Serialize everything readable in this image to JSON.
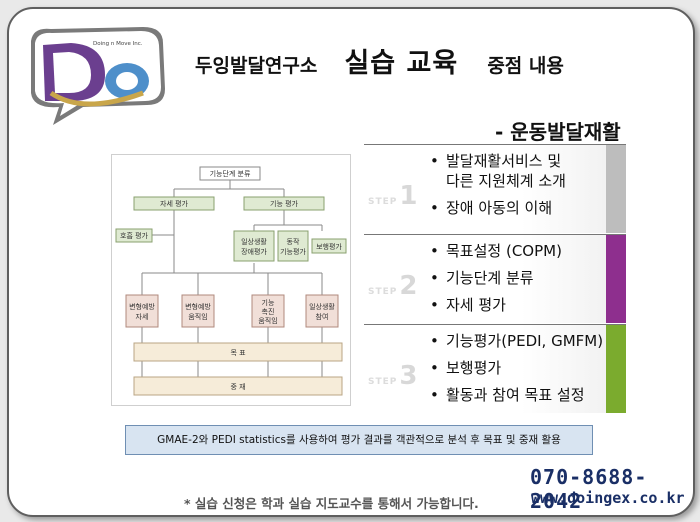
{
  "logo": {
    "mark": "Do",
    "small_text": "Doing n Move Inc."
  },
  "header": {
    "org": "두잉발달연구소",
    "title": "실습 교육",
    "suffix": "중점 내용"
  },
  "subtitle": "- 운동발달재활",
  "diagram": {
    "root": "기능단계 분류",
    "left": "자세 평가",
    "right": "기능 평가",
    "breath": "호흡 평가",
    "daily": [
      "일상생활",
      "장애평가"
    ],
    "motion": [
      "동작",
      "기능평가"
    ],
    "gait": "보행평가",
    "bottom": [
      [
        "변형예방",
        "자세"
      ],
      [
        "변형예방",
        "움직임"
      ],
      [
        "기능",
        "촉진",
        "움직임"
      ],
      [
        "일상생활",
        "참여"
      ]
    ],
    "goal": "목 표",
    "intervention": "중 재"
  },
  "steps": [
    {
      "label": "STEP",
      "num": "1",
      "color": "#bdbdbd",
      "items": [
        "발달재활서비스 및\n다른 지원체계 소개",
        "장애 아동의 이해"
      ]
    },
    {
      "label": "STEP",
      "num": "2",
      "color": "#8e2f8e",
      "items": [
        "목표설정 (COPM)",
        "기능단계 분류",
        "자세 평가"
      ]
    },
    {
      "label": "STEP",
      "num": "3",
      "color": "#7bab2e",
      "items": [
        "기능평가(PEDI, GMFM)",
        "보행평가",
        "활동과 참여 목표 설정"
      ]
    }
  ],
  "summary": "GMAE-2와 PEDI statistics를 사용하여 평가 결과를 객관적으로 분석 후 목표 및 중재 활용",
  "contact": {
    "phone": "070-8688-2042",
    "website": "www.doingex.co.kr"
  },
  "note": "* 실습 신청은 학과 실습 지도교수를 통해서 가능합니다."
}
